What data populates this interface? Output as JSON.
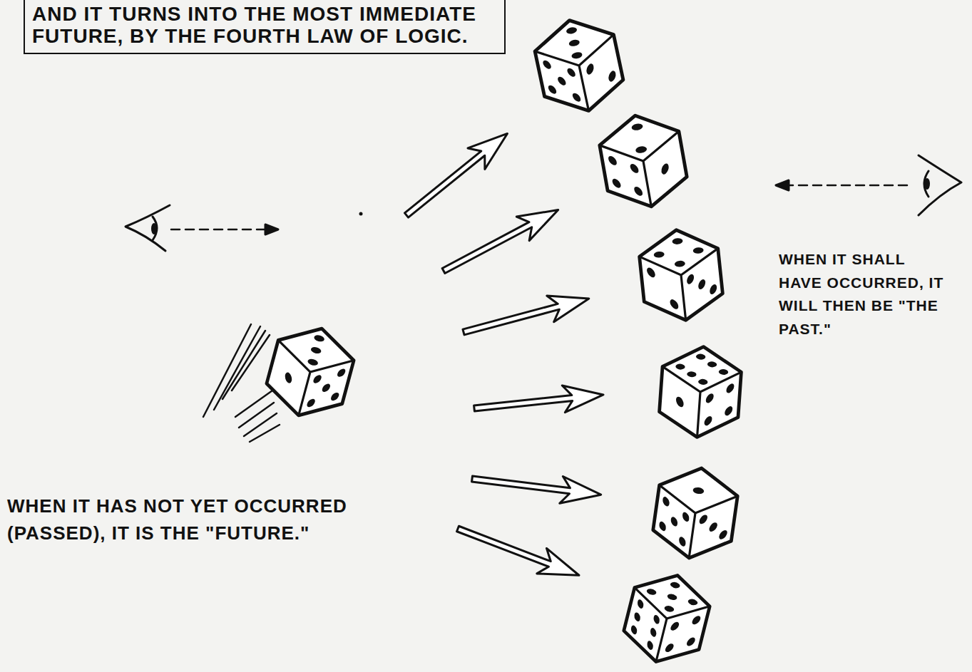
{
  "diagram": {
    "nodes": [
      {
        "text": [
          "AND IT TURNS INTO THE MOST IMMEDIATE FUTURE, BY THE FOURTH LAW OF LOGIC."
        ]
      }
    ],
    "labels": [
      "WHEN IT HAS NOT YET OCCURRED (PASSED), IT IS THE \"FUTURE.\"",
      "WHEN IT SHALL HAVE OCCURRED, IT WILL THEN BE \"THE PAST.\""
    ]
  }
}
